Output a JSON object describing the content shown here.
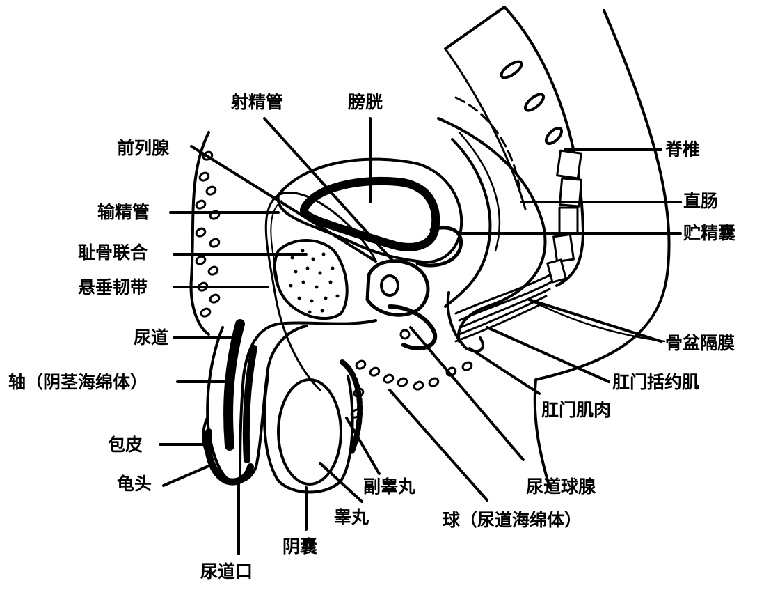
{
  "labels": {
    "ejaculatory_duct": "射精管",
    "bladder": "膀胱",
    "prostate": "前列腺",
    "vas_deferens": "输精管",
    "pubic_symphysis": "耻骨联合",
    "suspensory_ligament": "悬垂韧带",
    "urethra": "尿道",
    "shaft": "轴（阴茎海绵体）",
    "foreskin": "包皮",
    "glans": "龟头",
    "urethral_opening": "尿道口",
    "scrotum": "阴囊",
    "testis": "睾丸",
    "epididymis": "副睾丸",
    "bulb": "球（尿道海绵体）",
    "bulbourethral_gland": "尿道球腺",
    "anal_muscle": "肛门肌肉",
    "anal_sphincter": "肛门括约肌",
    "pelvic_diaphragm": "骨盆隔膜",
    "seminal_vesicle": "贮精囊",
    "rectum": "直肠",
    "spine": "脊椎"
  },
  "colors": {
    "ink": "#000000",
    "paper": "#ffffff"
  }
}
